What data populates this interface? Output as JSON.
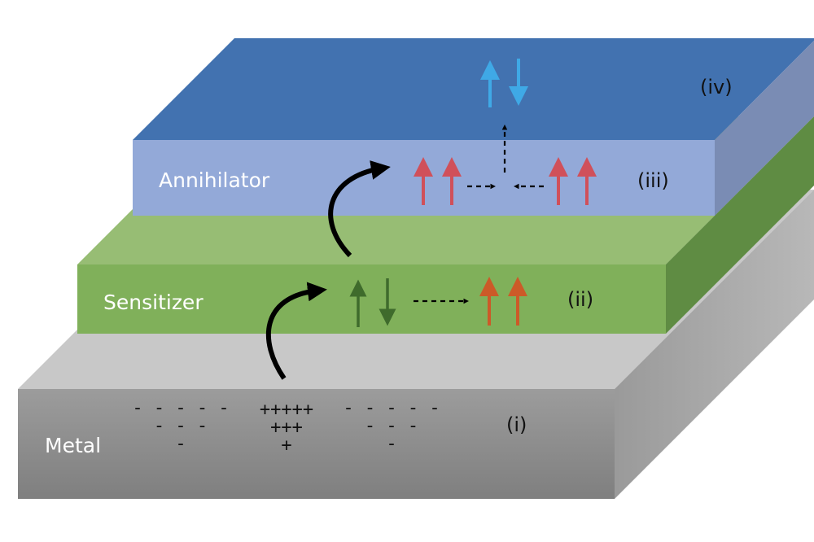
{
  "layers": {
    "annihilator": {
      "label": "Annihilator",
      "stage": "(iii)",
      "top_stage": "(iv)"
    },
    "sensitizer": {
      "label": "Sensitizer",
      "stage": "(ii)"
    },
    "metal": {
      "label": "Metal",
      "stage": "(i)"
    }
  },
  "charges": {
    "left": [
      "- - - - -",
      "- - -",
      "-"
    ],
    "center": [
      "+++++",
      "+++",
      "+"
    ],
    "right": [
      "- - - - -",
      "- - -",
      "-"
    ]
  },
  "colors": {
    "annihilator_top": "#4272b0",
    "annihilator_front": "#93a9d8",
    "sensitizer_top": "#97bd74",
    "sensitizer_front": "#80b05a",
    "metal_top": "#c8c8c8",
    "metal_front": "#8e8e8e",
    "spin_blue": "#3fa9e6",
    "spin_red": "#d0505a",
    "spin_green": "#3f6b2c",
    "spin_orange": "#cc5a28"
  }
}
